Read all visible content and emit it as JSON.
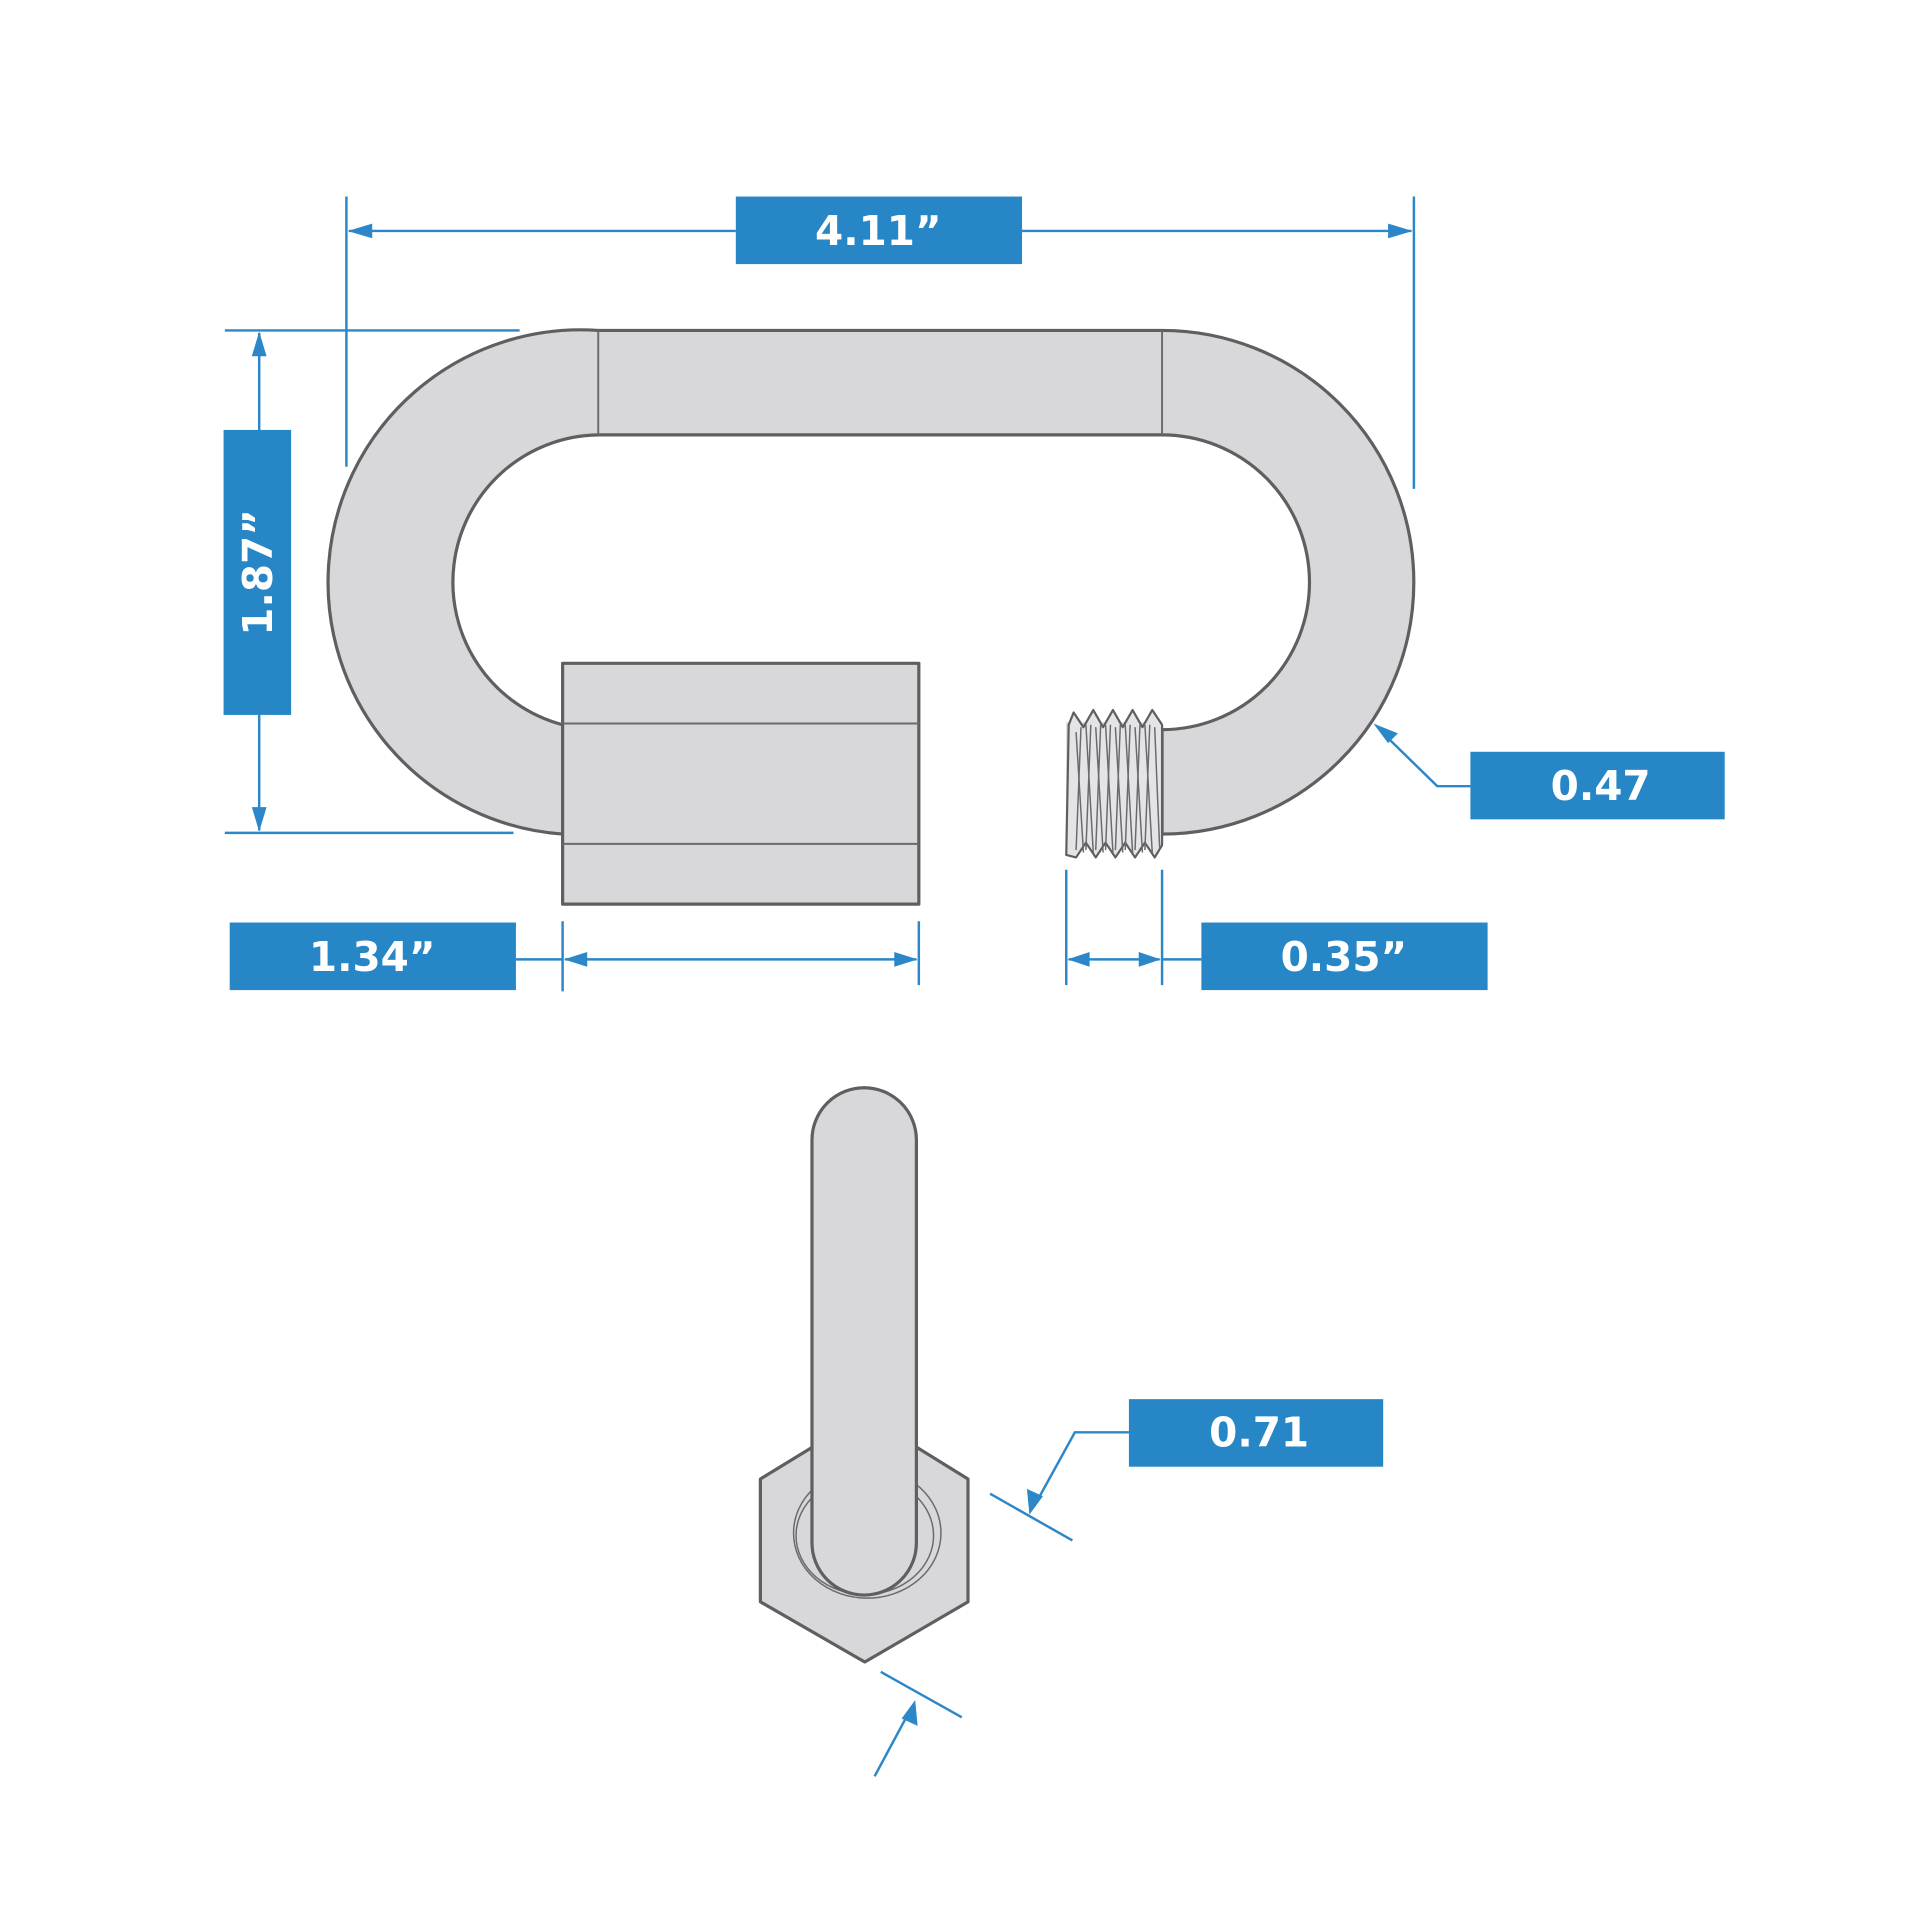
{
  "title": "Quick link dimension diagram",
  "colors": {
    "accent": "#2686c6",
    "dimension_line": "#2b87c8",
    "part_fill": "#d8d8da",
    "part_outline": "#5f5f61",
    "label_text": "#ffffff",
    "background": "#ffffff"
  },
  "dimensions": {
    "overall_length": {
      "label": "4.11”",
      "value_in": 4.11,
      "direction": "horizontal"
    },
    "overall_height": {
      "label": "1.87”",
      "value_in": 1.87,
      "direction": "vertical"
    },
    "sleeve_length": {
      "label": "1.34”",
      "value_in": 1.34,
      "direction": "horizontal"
    },
    "thread_length": {
      "label": "0.35”",
      "value_in": 0.35,
      "direction": "horizontal"
    },
    "wire_diameter": {
      "label": "0.47",
      "value": 0.47,
      "direction": "leader"
    },
    "nut_width": {
      "label": "0.71",
      "value": 0.71,
      "direction": "leader"
    }
  },
  "views": {
    "front": "front-view-quick-link",
    "side": "side-view-quick-link"
  }
}
